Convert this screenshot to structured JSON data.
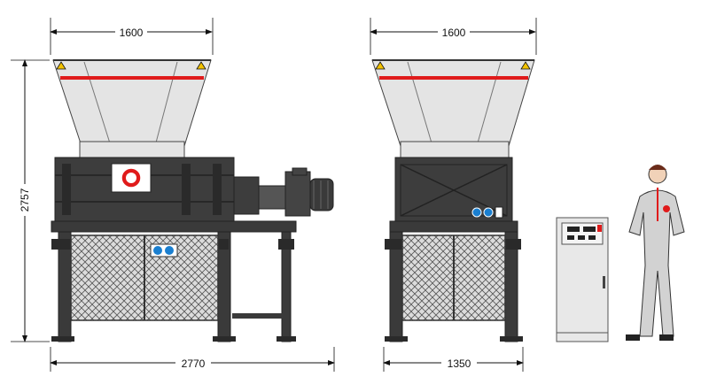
{
  "dimensions": {
    "hopper_width_side": "1600",
    "hopper_width_front": "1600",
    "total_height": "2757",
    "total_length": "2770",
    "total_width": "1350"
  },
  "colors": {
    "frame": "#3a3a3a",
    "hopper": "#e2e2e2",
    "stripe": "#e01b1b",
    "mesh_bg": "#d9d9d9",
    "cabinet": "#e6e6e6",
    "person_suit": "#d0d0d0"
  },
  "icons": [
    "warning-icon",
    "logo-badge",
    "mandatory-sign-icon",
    "control-panel-display"
  ]
}
